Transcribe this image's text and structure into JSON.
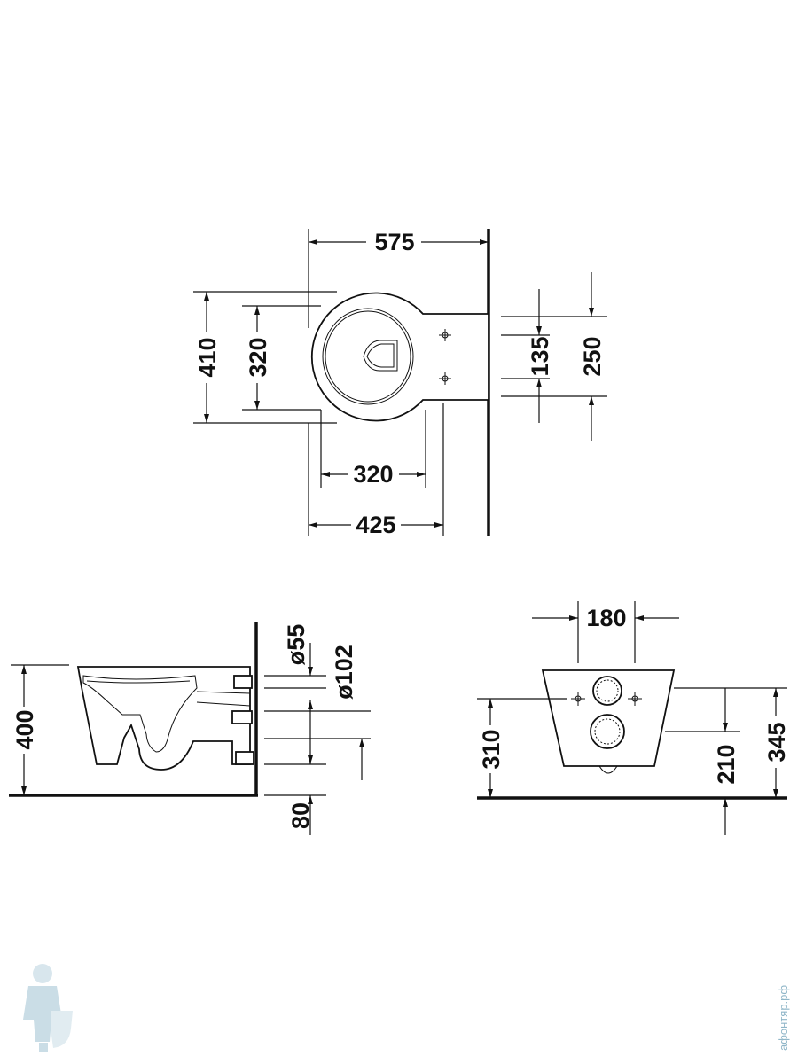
{
  "top_view": {
    "width_overall": "575",
    "depth_outer": "410",
    "depth_inner": "320",
    "bolt_spacing": "135",
    "pan_height": "250",
    "bowl_width": "320",
    "length_to_wall": "425"
  },
  "side_view": {
    "outlet_diameter": "ø55",
    "outlet_large_diameter": "ø102",
    "rim_height": "400",
    "base_offset": "80"
  },
  "rear_view": {
    "top_width": "180",
    "fixing_height": "310",
    "outlet_height": "210",
    "total_height": "345"
  },
  "watermark": {
    "site": "афонтяр.рф"
  }
}
